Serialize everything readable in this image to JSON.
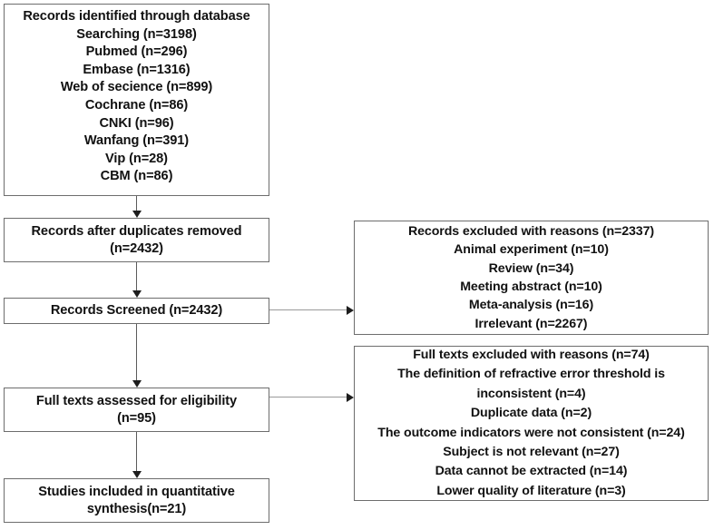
{
  "diagram": {
    "title": "PRISMA study selection flow diagram",
    "type": "flowchart",
    "boxes": {
      "identified": {
        "name": "records-identified-box",
        "lines": [
          "Records identified through database",
          "Searching  (n=3198)",
          "Pubmed (n=296)",
          "Embase (n=1316)",
          "Web of secience (n=899)",
          "Cochrane (n=86)",
          "CNKI (n=96)",
          "Wanfang (n=391)",
          "Vip (n=28)",
          "CBM (n=86)"
        ]
      },
      "duplicates_removed": {
        "name": "records-after-duplicates-box",
        "lines": [
          "Records after duplicates removed",
          "(n=2432)"
        ]
      },
      "screened": {
        "name": "records-screened-box",
        "lines": [
          "Records Screened (n=2432)"
        ]
      },
      "fulltexts_assessed": {
        "name": "full-texts-assessed-box",
        "lines": [
          "Full texts assessed for eligibility",
          "(n=95)"
        ]
      },
      "included": {
        "name": "studies-included-box",
        "lines": [
          "Studies included in quantitative",
          "synthesis(n=21)"
        ]
      },
      "records_excluded": {
        "name": "records-excluded-box",
        "lines": [
          "Records excluded with reasons (n=2337)",
          "Animal experiment (n=10)",
          "Review (n=34)",
          "Meeting abstract (n=10)",
          "Meta-analysis (n=16)",
          "Irrelevant (n=2267)"
        ]
      },
      "fulltexts_excluded": {
        "name": "full-texts-excluded-box",
        "lines": [
          "Full texts excluded with reasons (n=74)",
          "The definition of refractive error threshold is",
          "inconsistent (n=4)",
          "Duplicate data (n=2)",
          "The outcome indicators were not consistent (n=24)",
          "Subject is not relevant (n=27)",
          "Data cannot be extracted (n=14)",
          "Lower quality of literature (n=3)"
        ]
      }
    },
    "counts": {
      "identified_total": 3198,
      "pubmed": 296,
      "embase": 1316,
      "web_of_science": 899,
      "cochrane": 86,
      "cnki": 96,
      "wanfang": 391,
      "vip": 28,
      "cbm": 86,
      "after_duplicates": 2432,
      "screened": 2432,
      "records_excluded": 2337,
      "animal_experiment": 10,
      "review": 34,
      "meeting_abstract": 10,
      "meta_analysis": 16,
      "irrelevant": 2267,
      "fulltexts_assessed": 95,
      "fulltexts_excluded": 74,
      "definition_inconsistent": 4,
      "duplicate_data": 2,
      "outcome_not_consistent": 24,
      "subject_not_relevant": 27,
      "data_not_extracted": 14,
      "lower_quality": 3,
      "included": 21
    },
    "colors": {
      "box_border": "#6d6d6d",
      "connector": "#5b5b5b",
      "horizontal_connector": "#9a9a9a",
      "arrow": "#1d1d1d",
      "text": "#111111",
      "background": "#ffffff"
    }
  }
}
